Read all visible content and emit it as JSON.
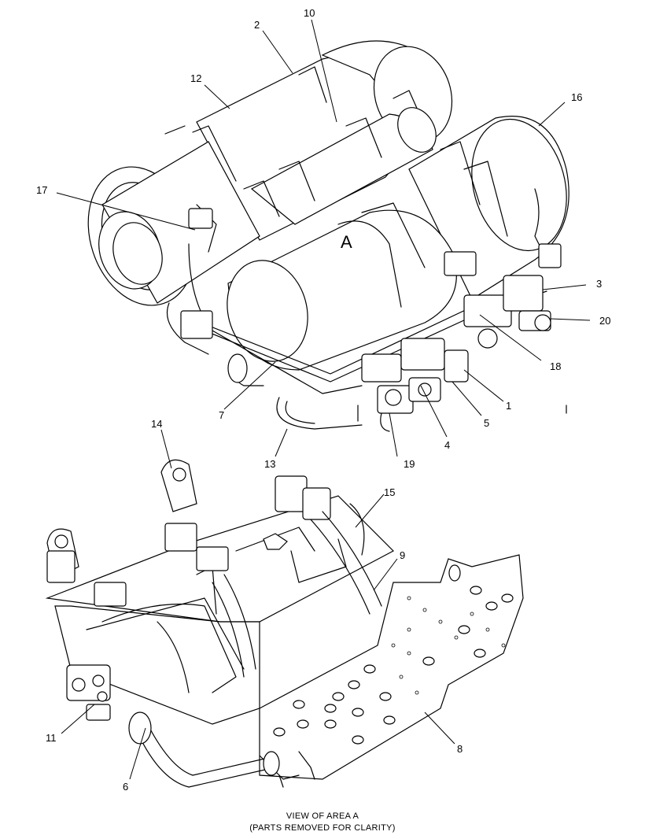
{
  "diagram": {
    "area_label": "A",
    "caption_line1": "VIEW OF AREA  A",
    "caption_line2": "(PARTS REMOVED FOR CLARITY)",
    "callouts": [
      {
        "id": "2",
        "label": "2"
      },
      {
        "id": "10",
        "label": "10"
      },
      {
        "id": "12",
        "label": "12"
      },
      {
        "id": "16",
        "label": "16"
      },
      {
        "id": "17",
        "label": "17"
      },
      {
        "id": "3",
        "label": "3"
      },
      {
        "id": "20",
        "label": "20"
      },
      {
        "id": "18",
        "label": "18"
      },
      {
        "id": "1",
        "label": "1"
      },
      {
        "id": "5",
        "label": "5"
      },
      {
        "id": "4",
        "label": "4"
      },
      {
        "id": "19",
        "label": "19"
      },
      {
        "id": "7",
        "label": "7"
      },
      {
        "id": "13",
        "label": "13"
      },
      {
        "id": "14",
        "label": "14"
      },
      {
        "id": "15",
        "label": "15"
      },
      {
        "id": "9",
        "label": "9"
      },
      {
        "id": "11",
        "label": "11"
      },
      {
        "id": "8",
        "label": "8"
      },
      {
        "id": "6",
        "label": "6"
      }
    ]
  }
}
